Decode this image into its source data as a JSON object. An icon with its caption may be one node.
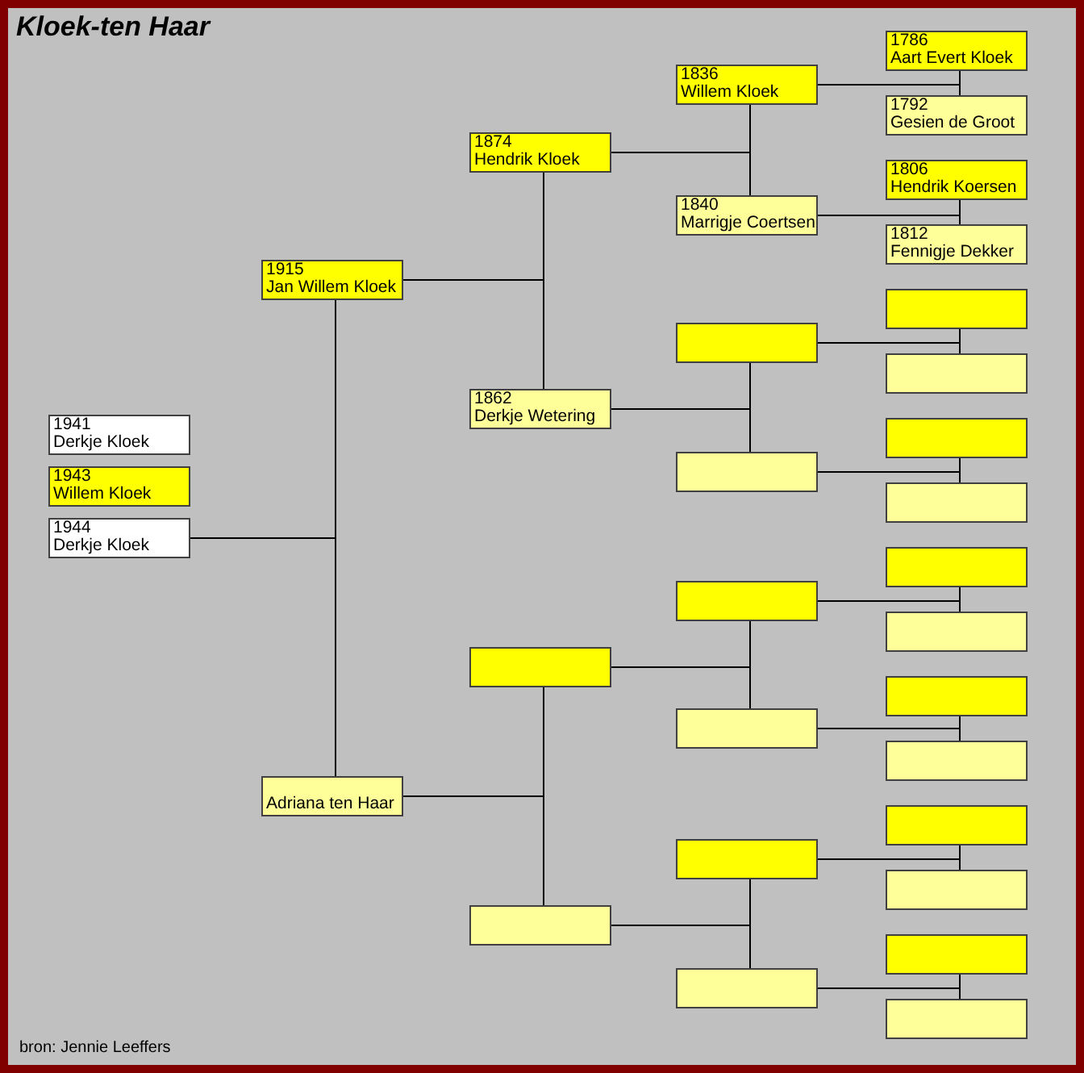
{
  "diagram": {
    "title": "Kloek-ten Haar",
    "nodes": [
      {
        "text": [
          "1941",
          "Derkje Kloek"
        ]
      },
      {
        "text": [
          "1943",
          "Willem Kloek"
        ]
      },
      {
        "text": [
          "1944",
          "Derkje Kloek"
        ]
      },
      {
        "text": [
          "1915",
          "Jan Willem Kloek"
        ]
      },
      {
        "text": [
          "Adriana ten Haar"
        ]
      },
      {
        "text": [
          "1874",
          "Hendrik Kloek"
        ]
      },
      {
        "text": [
          "1862",
          "Derkje Wetering"
        ]
      },
      {
        "text": [],
        "shape": "box"
      },
      {
        "text": [],
        "shape": "box"
      },
      {
        "text": [
          "1836",
          "Willem Kloek"
        ]
      },
      {
        "text": [
          "1840",
          "Marrigje Coertsen"
        ]
      },
      {
        "text": [],
        "shape": "box"
      },
      {
        "text": [],
        "shape": "box"
      },
      {
        "text": [],
        "shape": "box"
      },
      {
        "text": [],
        "shape": "box"
      },
      {
        "text": [],
        "shape": "box"
      },
      {
        "text": [],
        "shape": "box"
      },
      {
        "text": [
          "1786",
          "Aart Evert Kloek"
        ]
      },
      {
        "text": [
          "1792",
          "Gesien de Groot"
        ]
      },
      {
        "text": [
          "1806",
          "Hendrik Koersen"
        ]
      },
      {
        "text": [
          "1812",
          "Fennigje Dekker"
        ]
      },
      {
        "text": [],
        "shape": "box"
      },
      {
        "text": [],
        "shape": "box"
      },
      {
        "text": [],
        "shape": "box"
      },
      {
        "text": [],
        "shape": "box"
      },
      {
        "text": [],
        "shape": "box"
      },
      {
        "text": [],
        "shape": "box"
      },
      {
        "text": [],
        "shape": "box"
      },
      {
        "text": [],
        "shape": "box"
      },
      {
        "text": [],
        "shape": "box"
      },
      {
        "text": [],
        "shape": "box"
      },
      {
        "text": [],
        "shape": "box"
      },
      {
        "text": [],
        "shape": "box"
      }
    ],
    "edges": [
      {
        "from": 2,
        "to": 3,
        "arrow": "none"
      },
      {
        "from": 2,
        "to": 4,
        "arrow": "none"
      },
      {
        "from": 3,
        "to": 5,
        "arrow": "none"
      },
      {
        "from": 3,
        "to": 6,
        "arrow": "none"
      },
      {
        "from": 4,
        "to": 7,
        "arrow": "none"
      },
      {
        "from": 4,
        "to": 8,
        "arrow": "none"
      },
      {
        "from": 5,
        "to": 9,
        "arrow": "none"
      },
      {
        "from": 5,
        "to": 10,
        "arrow": "none"
      },
      {
        "from": 6,
        "to": 11,
        "arrow": "none"
      },
      {
        "from": 6,
        "to": 12,
        "arrow": "none"
      },
      {
        "from": 7,
        "to": 13,
        "arrow": "none"
      },
      {
        "from": 7,
        "to": 14,
        "arrow": "none"
      },
      {
        "from": 8,
        "to": 15,
        "arrow": "none"
      },
      {
        "from": 8,
        "to": 16,
        "arrow": "none"
      },
      {
        "from": 9,
        "to": 17,
        "arrow": "none"
      },
      {
        "from": 9,
        "to": 18,
        "arrow": "none"
      },
      {
        "from": 10,
        "to": 19,
        "arrow": "none"
      },
      {
        "from": 10,
        "to": 20,
        "arrow": "none"
      },
      {
        "from": 11,
        "to": 21,
        "arrow": "none"
      },
      {
        "from": 11,
        "to": 22,
        "arrow": "none"
      },
      {
        "from": 12,
        "to": 23,
        "arrow": "none"
      },
      {
        "from": 12,
        "to": 24,
        "arrow": "none"
      },
      {
        "from": 13,
        "to": 25,
        "arrow": "none"
      },
      {
        "from": 13,
        "to": 26,
        "arrow": "none"
      },
      {
        "from": 14,
        "to": 27,
        "arrow": "none"
      },
      {
        "from": 14,
        "to": 28,
        "arrow": "none"
      },
      {
        "from": 15,
        "to": 29,
        "arrow": "none"
      },
      {
        "from": 15,
        "to": 30,
        "arrow": "none"
      },
      {
        "from": 16,
        "to": 31,
        "arrow": "none"
      },
      {
        "from": 16,
        "to": 32,
        "arrow": "none"
      }
    ],
    "labels": [
      "bron: Jennie Leeffers"
    ]
  }
}
